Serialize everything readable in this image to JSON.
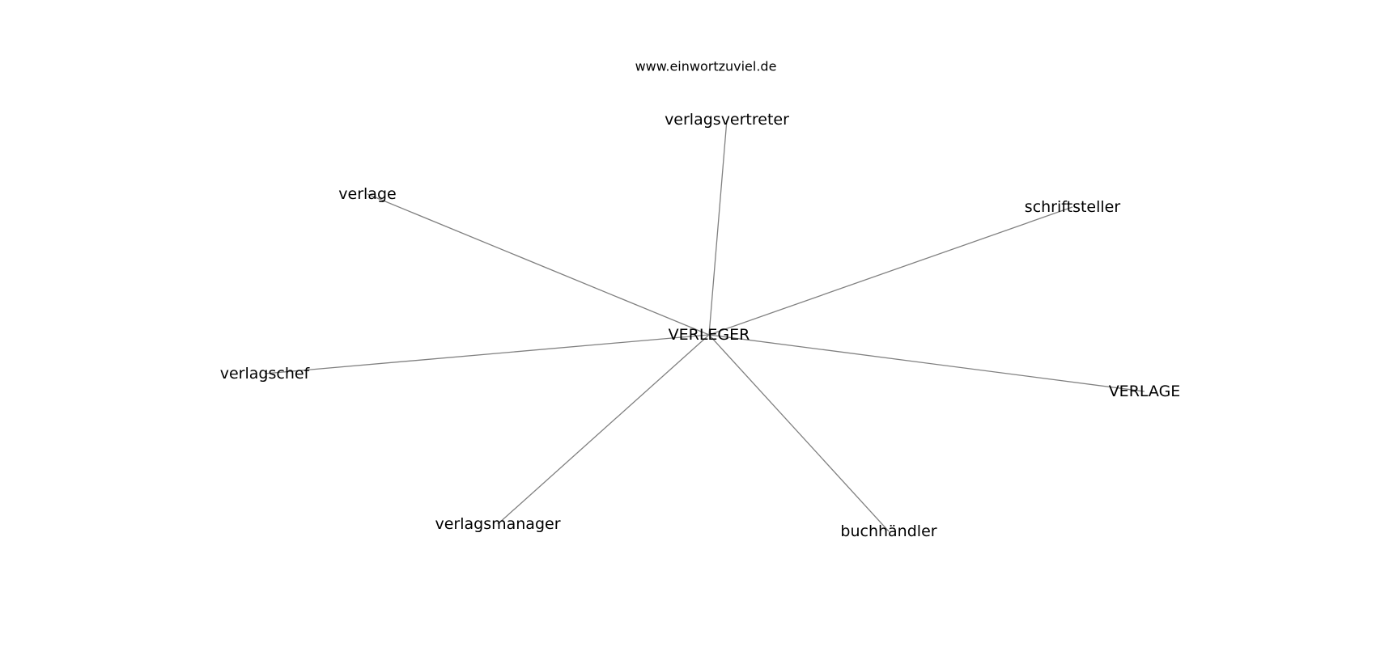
{
  "header": {
    "site": "www.einwortzuviel.de"
  },
  "graph": {
    "center": "VERLEGER",
    "nodes": [
      "verlagsvertreter",
      "verlage",
      "schriftsteller",
      "verlagschef",
      "VERLAGE",
      "verlagsmanager",
      "buchhändler"
    ]
  }
}
